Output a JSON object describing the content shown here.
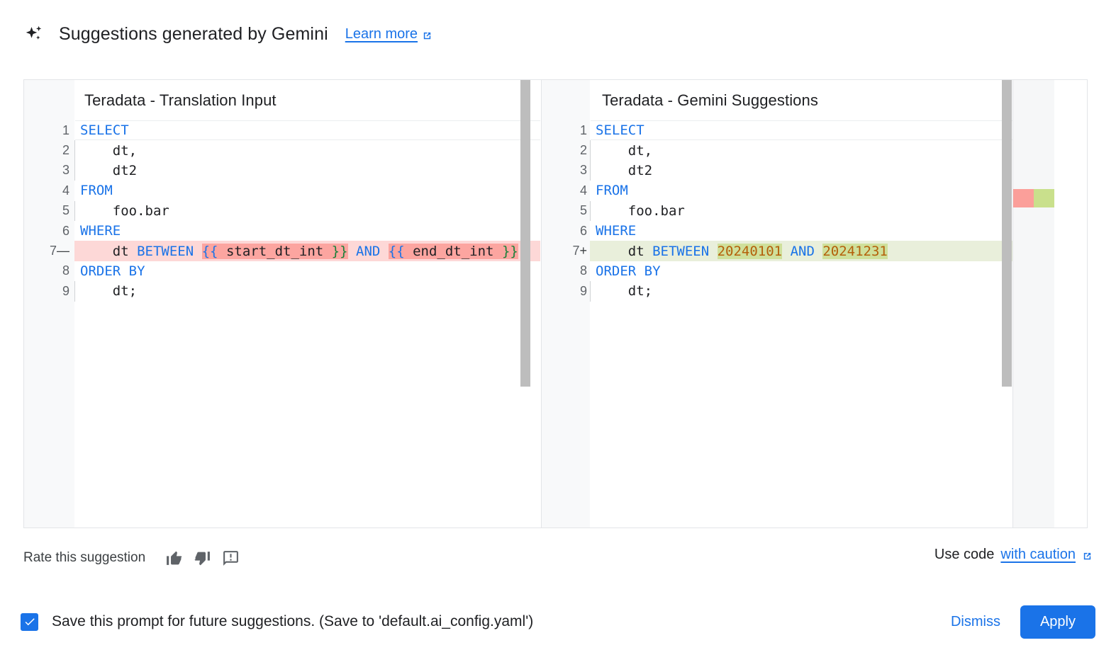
{
  "header": {
    "sparkle_icon": "sparkle-icon",
    "title": "Suggestions generated by Gemini",
    "learn_more": "Learn more",
    "external_link_icon": "external-link-icon"
  },
  "diff": {
    "left": {
      "title": "Teradata - Translation Input",
      "lines": [
        {
          "n": "1",
          "sign": "",
          "state": "active",
          "indent": false,
          "tokens": [
            {
              "t": "SELECT",
              "c": "kw"
            }
          ]
        },
        {
          "n": "2",
          "sign": "",
          "state": "",
          "indent": true,
          "tokens": [
            {
              "t": "    dt,",
              "c": "txt"
            }
          ]
        },
        {
          "n": "3",
          "sign": "",
          "state": "",
          "indent": true,
          "tokens": [
            {
              "t": "    dt2",
              "c": "txt"
            }
          ]
        },
        {
          "n": "4",
          "sign": "",
          "state": "",
          "indent": false,
          "tokens": [
            {
              "t": "FROM",
              "c": "kw"
            }
          ]
        },
        {
          "n": "5",
          "sign": "",
          "state": "",
          "indent": true,
          "tokens": [
            {
              "t": "    foo.bar",
              "c": "txt"
            }
          ]
        },
        {
          "n": "6",
          "sign": "",
          "state": "",
          "indent": false,
          "tokens": [
            {
              "t": "WHERE",
              "c": "kw"
            }
          ]
        },
        {
          "n": "7",
          "sign": "—",
          "state": "del",
          "indent": false,
          "tokens": [
            {
              "t": "    dt ",
              "c": "txt"
            },
            {
              "t": "BETWEEN",
              "c": "kw"
            },
            {
              "t": " ",
              "c": "txt"
            },
            {
              "t": "{{",
              "c": "br1",
              "w": "wdel"
            },
            {
              "t": " start_dt_int ",
              "c": "txt",
              "w": "wdel"
            },
            {
              "t": "}}",
              "c": "br2",
              "w": "wdel"
            },
            {
              "t": " ",
              "c": "txt"
            },
            {
              "t": "AND",
              "c": "kw"
            },
            {
              "t": " ",
              "c": "txt"
            },
            {
              "t": "{{",
              "c": "br1",
              "w": "wdel"
            },
            {
              "t": " end_dt_int ",
              "c": "txt",
              "w": "wdel"
            },
            {
              "t": "}}",
              "c": "br2",
              "w": "wdel"
            }
          ]
        },
        {
          "n": "8",
          "sign": "",
          "state": "",
          "indent": false,
          "tokens": [
            {
              "t": "ORDER BY",
              "c": "kw"
            }
          ]
        },
        {
          "n": "9",
          "sign": "",
          "state": "",
          "indent": true,
          "tokens": [
            {
              "t": "    dt;",
              "c": "txt"
            }
          ]
        }
      ]
    },
    "right": {
      "title": "Teradata - Gemini Suggestions",
      "lines": [
        {
          "n": "1",
          "sign": "",
          "state": "active",
          "indent": false,
          "tokens": [
            {
              "t": "SELECT",
              "c": "kw"
            }
          ]
        },
        {
          "n": "2",
          "sign": "",
          "state": "",
          "indent": true,
          "tokens": [
            {
              "t": "    dt,",
              "c": "txt"
            }
          ]
        },
        {
          "n": "3",
          "sign": "",
          "state": "",
          "indent": true,
          "tokens": [
            {
              "t": "    dt2",
              "c": "txt"
            }
          ]
        },
        {
          "n": "4",
          "sign": "",
          "state": "",
          "indent": false,
          "tokens": [
            {
              "t": "FROM",
              "c": "kw"
            }
          ]
        },
        {
          "n": "5",
          "sign": "",
          "state": "",
          "indent": true,
          "tokens": [
            {
              "t": "    foo.bar",
              "c": "txt"
            }
          ]
        },
        {
          "n": "6",
          "sign": "",
          "state": "",
          "indent": false,
          "tokens": [
            {
              "t": "WHERE",
              "c": "kw"
            }
          ]
        },
        {
          "n": "7",
          "sign": "+",
          "state": "ins",
          "indent": false,
          "tokens": [
            {
              "t": "    dt ",
              "c": "txt"
            },
            {
              "t": "BETWEEN",
              "c": "kw"
            },
            {
              "t": " ",
              "c": "txt"
            },
            {
              "t": "20240101",
              "c": "num",
              "w": "wins"
            },
            {
              "t": " ",
              "c": "txt"
            },
            {
              "t": "AND",
              "c": "kw"
            },
            {
              "t": " ",
              "c": "txt"
            },
            {
              "t": "20241231",
              "c": "num",
              "w": "wins"
            }
          ]
        },
        {
          "n": "8",
          "sign": "",
          "state": "",
          "indent": false,
          "tokens": [
            {
              "t": "ORDER BY",
              "c": "kw"
            }
          ]
        },
        {
          "n": "9",
          "sign": "",
          "state": "",
          "indent": true,
          "tokens": [
            {
              "t": "    dt;",
              "c": "txt"
            }
          ]
        }
      ]
    }
  },
  "rate": {
    "label": "Rate this suggestion",
    "thumb_up_icon": "thumb-up-icon",
    "thumb_down_icon": "thumb-down-icon",
    "report_icon": "report-feedback-icon"
  },
  "use_code": {
    "prefix": "Use code",
    "link": "with caution",
    "external_link_icon": "external-link-icon"
  },
  "bottom": {
    "checkbox_checked": true,
    "check_icon": "checkmark-icon",
    "save_label": "Save this prompt for future suggestions. (Save to 'default.ai_config.yaml')",
    "dismiss_label": "Dismiss",
    "apply_label": "Apply"
  },
  "colors": {
    "accent": "#1a73e8",
    "keyword": "#1a73e8",
    "number": "#b4600a",
    "diff_delete_line": "#fdd8d7",
    "diff_delete_word": "#fca5a0",
    "diff_insert_line": "#e9efdb",
    "diff_insert_word": "#cfe09b",
    "text": "#202124"
  }
}
